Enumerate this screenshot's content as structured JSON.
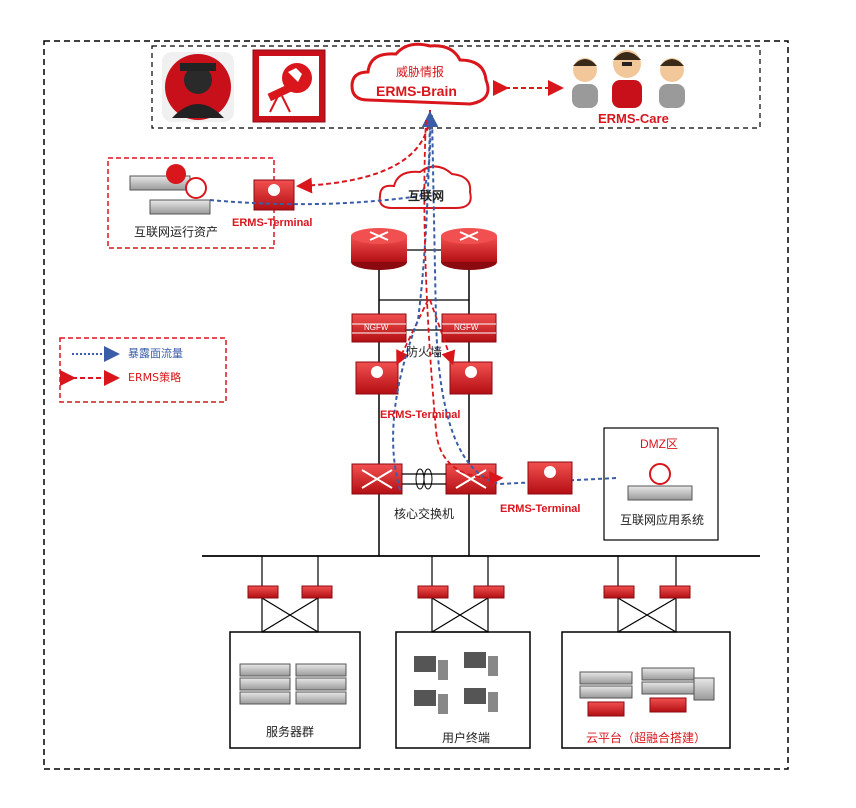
{
  "threat_intel_label": "威胁情报",
  "brain_label": "ERMS-Brain",
  "care_label": "ERMS-Care",
  "internet_label": "互联网",
  "internet_assets_label": "互联网运行资产",
  "terminal_label": "ERMS-Terminal",
  "firewall_label": "防火墙",
  "ngfw_text": "NGFW",
  "core_switch_label": "核心交换机",
  "dmz_label": "DMZ区",
  "internet_app_label": "互联网应用系统",
  "legend": {
    "exposure_label": "暴露面流量",
    "policy_label": "ERMS策略"
  },
  "zones": {
    "servers_label": "服务器群",
    "user_terminals_label": "用户终端",
    "cloud_label": "云平台（超融合搭建）"
  },
  "colors": {
    "accent_red": "#d9161c",
    "flow_blue": "#3a5da8",
    "line_black": "#000000"
  }
}
